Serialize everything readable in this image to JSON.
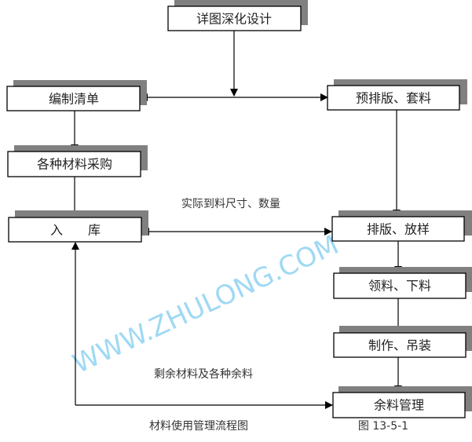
{
  "watermark": "WWW.ZHULONG.COM",
  "nodes": {
    "detail_design": "详图深化设计",
    "make_list": "编制清单",
    "pre_layout": "预排版、套料",
    "purchase": "各种材料采购",
    "warehouse": "入　　库",
    "layout": "排版、放样",
    "cutting": "领料、下料",
    "fabrication": "制作、吊装",
    "surplus_mgmt": "余料管理"
  },
  "edge_labels": {
    "actual_material": "实际到料尺寸、数量",
    "surplus_return": "剩余材料及各种余料"
  },
  "caption": {
    "title": "材料使用管理流程图",
    "figure_no": "图 13-5-1"
  }
}
